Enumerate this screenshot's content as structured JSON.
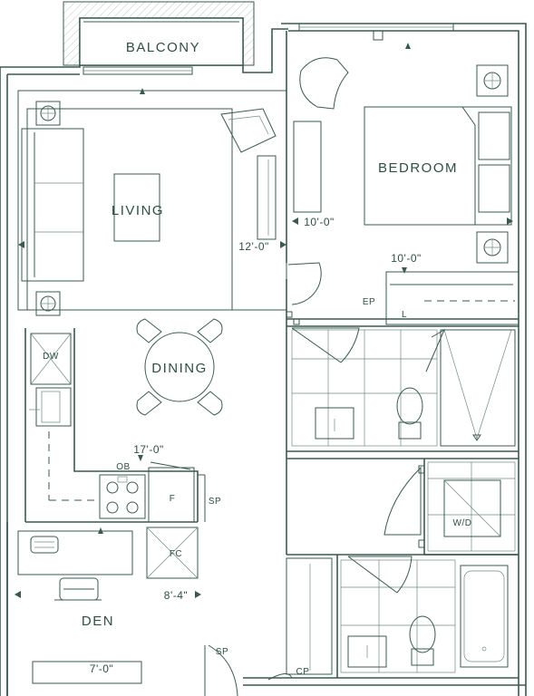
{
  "rooms": {
    "balcony": "BALCONY",
    "bedroom": "BEDROOM",
    "living": "LIVING",
    "dining": "DINING",
    "den": "DEN"
  },
  "dimensions": {
    "living_width": "12'-0\"",
    "bedroom_height": "10'-0\"",
    "bedroom_width": "10'-0\"",
    "kitchen": "17'-0\"",
    "den_height": "8'-4\"",
    "den_width": "7'-0\""
  },
  "fixtures": {
    "ep": "EP",
    "l": "L",
    "dw": "DW",
    "ob": "OB",
    "f": "F",
    "sp_upper": "SP",
    "fc": "FC",
    "wd": "W/D",
    "sp_lower": "SP",
    "cp": "CP"
  },
  "colors": {
    "line": "#3a5a50",
    "background": "#ffffff"
  }
}
